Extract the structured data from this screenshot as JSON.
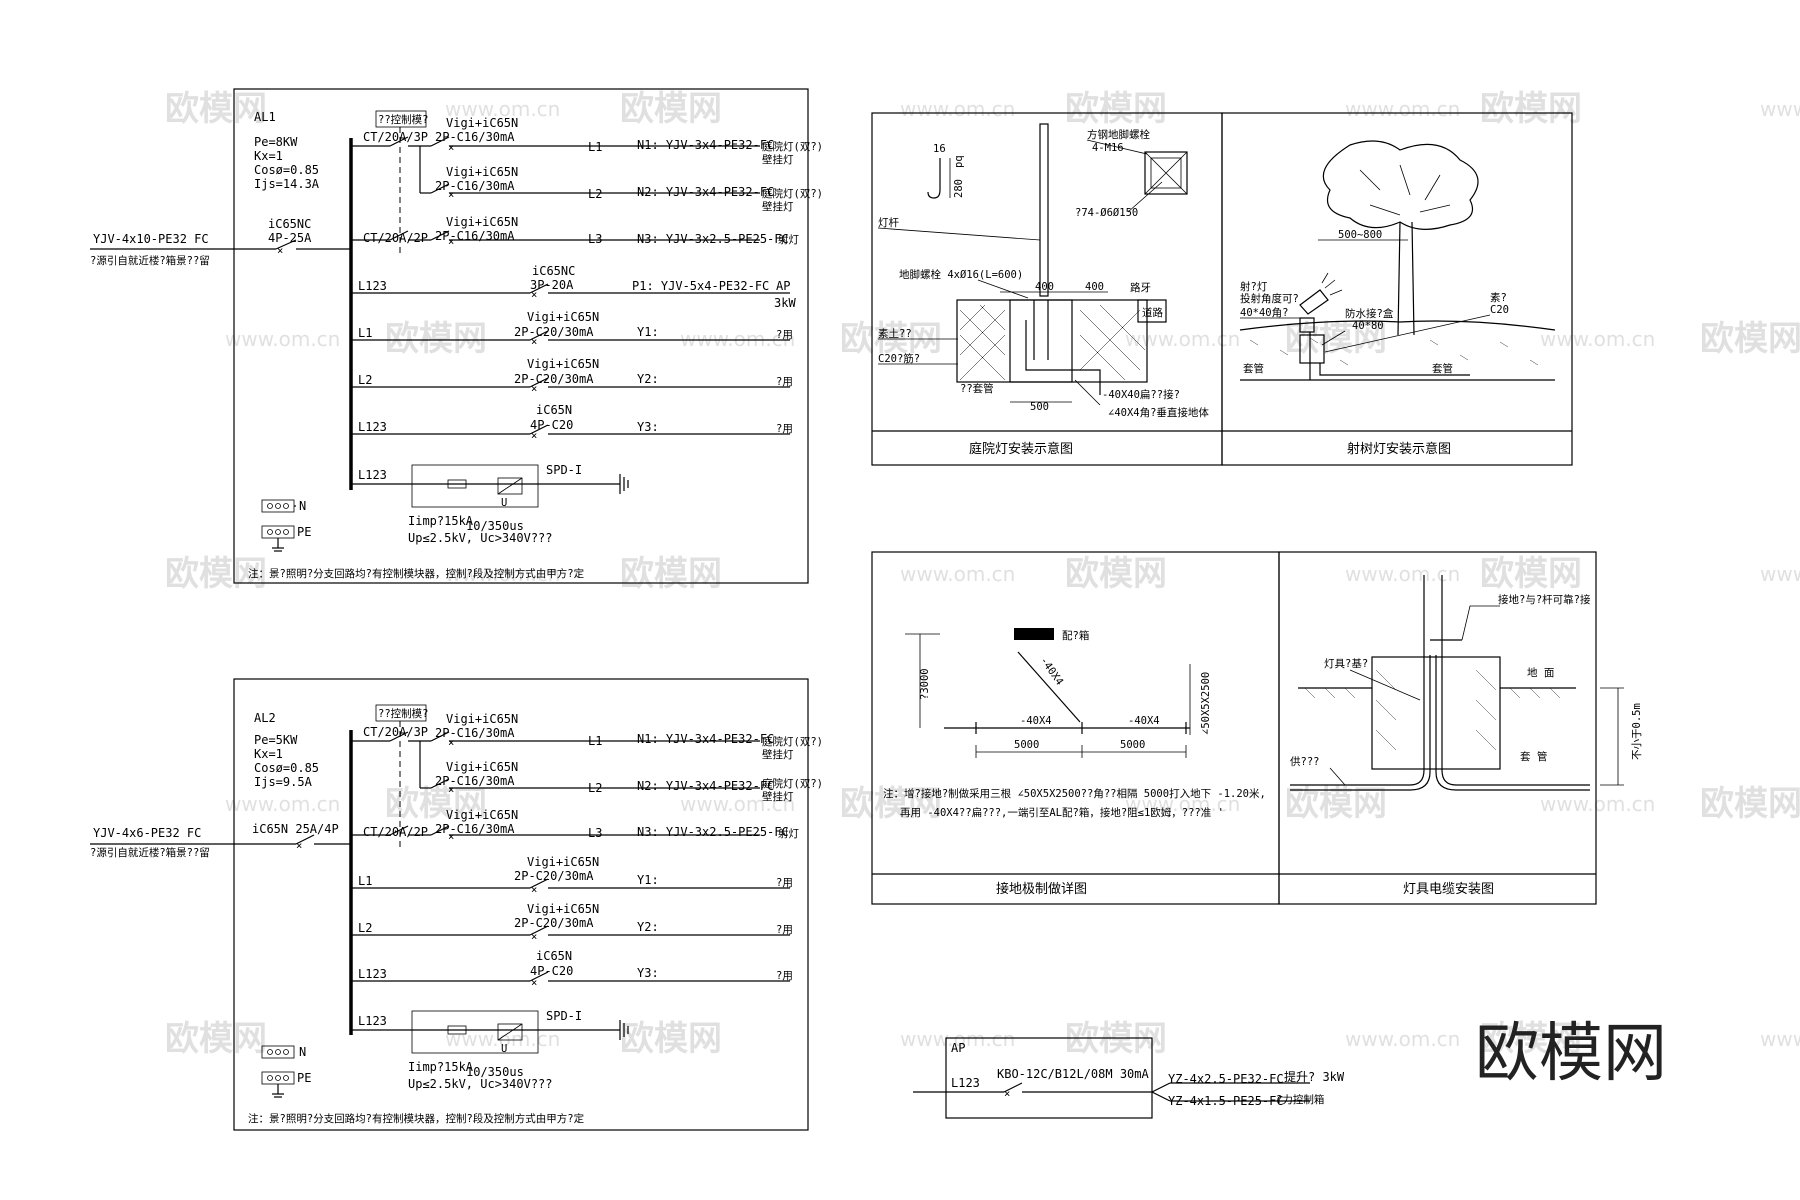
{
  "panels": [
    {
      "id": "al1",
      "name": "AL1",
      "specs": [
        "Pe=8KW",
        "Kx=1",
        "Cosø=0.85",
        "Ijs=14.3A"
      ],
      "incoming_cable": "YJV-4x10-PE32 FC",
      "incoming_note": "?源引自就近楼?箱景??留",
      "main_breaker": [
        "iC65NC",
        "4P-25A"
      ],
      "control_label": "??控制模?",
      "circuits": [
        {
          "bus": "",
          "contactor": "CT/20A/3P",
          "breaker": [
            "Vigi+iC65N",
            "2P-C16/30mA"
          ],
          "phase": "L1",
          "cable": "N1: YJV-3x4-PE32-FC",
          "load": "庭院灯(双?)",
          "load2": "壁挂灯"
        },
        {
          "bus": "",
          "contactor": "",
          "breaker": [
            "Vigi+iC65N",
            "2P-C16/30mA"
          ],
          "phase": "L2",
          "cable": "N2: YJV-3x4-PE32-FC",
          "load": "庭院灯(双?)",
          "load2": "壁挂灯"
        },
        {
          "bus": "",
          "contactor": "CT/20A/2P",
          "breaker": [
            "Vigi+iC65N",
            "2P-C16/30mA"
          ],
          "phase": "L3",
          "cable": "N3: YJV-3x2.5-PE25-FC",
          "load": "射灯",
          "load2": ""
        },
        {
          "bus": "L123",
          "contactor": "",
          "breaker": [
            "iC65NC",
            "3P-20A"
          ],
          "phase": "",
          "cable": "P1: YJV-5x4-PE32-FC",
          "load": "AP",
          "load2": "3kW"
        },
        {
          "bus": "L1",
          "contactor": "",
          "breaker": [
            "Vigi+iC65N",
            "2P-C20/30mA"
          ],
          "phase": "",
          "cable": "Y1:",
          "load": "?用",
          "load2": ""
        },
        {
          "bus": "L2",
          "contactor": "",
          "breaker": [
            "Vigi+iC65N",
            "2P-C20/30mA"
          ],
          "phase": "",
          "cable": "Y2:",
          "load": "?用",
          "load2": ""
        },
        {
          "bus": "L123",
          "contactor": "",
          "breaker": [
            "iC65N",
            "4P-C20"
          ],
          "phase": "",
          "cable": "Y3:",
          "load": "?用",
          "load2": ""
        }
      ],
      "spd_bus": "L123",
      "spd_label": "SPD-I",
      "spd_params": [
        "Iimp?15kA",
        "10/350us",
        "Up≤2.5kV, Uc>340V???"
      ],
      "n_label": "N",
      "pe_label": "PE",
      "note": "注：景?照明?分支回路均?有控制模块器，控制?段及控制方式由甲方?定"
    },
    {
      "id": "al2",
      "name": "AL2",
      "specs": [
        "Pe=5KW",
        "Kx=1",
        "Cosø=0.85",
        "Ijs=9.5A"
      ],
      "incoming_cable": "YJV-4x6-PE32 FC",
      "incoming_note": "?源引自就近楼?箱景??留",
      "main_breaker": [
        "iC65N 25A/4P",
        ""
      ],
      "control_label": "??控制模?",
      "circuits": [
        {
          "bus": "",
          "contactor": "CT/20A/3P",
          "breaker": [
            "Vigi+iC65N",
            "2P-C16/30mA"
          ],
          "phase": "L1",
          "cable": "N1: YJV-3x4-PE32-FC",
          "load": "庭院灯(双?)",
          "load2": "壁挂灯"
        },
        {
          "bus": "",
          "contactor": "",
          "breaker": [
            "Vigi+iC65N",
            "2P-C16/30mA"
          ],
          "phase": "L2",
          "cable": "N2: YJV-3x4-PE32-FC",
          "load": "庭院灯(双?)",
          "load2": "壁挂灯"
        },
        {
          "bus": "",
          "contactor": "CT/20A/2P",
          "breaker": [
            "Vigi+iC65N",
            "2P-C16/30mA"
          ],
          "phase": "L3",
          "cable": "N3: YJV-3x2.5-PE25-FC",
          "load": "射灯",
          "load2": ""
        },
        {
          "bus": "L1",
          "contactor": "",
          "breaker": [
            "Vigi+iC65N",
            "2P-C20/30mA"
          ],
          "phase": "",
          "cable": "Y1:",
          "load": "?用",
          "load2": ""
        },
        {
          "bus": "L2",
          "contactor": "",
          "breaker": [
            "Vigi+iC65N",
            "2P-C20/30mA"
          ],
          "phase": "",
          "cable": "Y2:",
          "load": "?用",
          "load2": ""
        },
        {
          "bus": "L123",
          "contactor": "",
          "breaker": [
            "iC65N",
            "4P-C20"
          ],
          "phase": "",
          "cable": "Y3:",
          "load": "?用",
          "load2": ""
        }
      ],
      "spd_bus": "L123",
      "spd_label": "SPD-I",
      "spd_params": [
        "Iimp?15kA",
        "10/350us",
        "Up≤2.5kV, Uc>340V???"
      ],
      "n_label": "N",
      "pe_label": "PE",
      "note": "注：景?照明?分支回路均?有控制模块器，控制?段及控制方式由甲方?定"
    }
  ],
  "details": {
    "garden_lamp": {
      "caption": "庭院灯安装示意图",
      "bolt_size": "16",
      "bolt_len": "280",
      "bolt_unit": "pq",
      "plate_label": "方钢地脚螺栓",
      "plate_spec": "4-M16",
      "plate_holes": "?74-Ø6Ø150",
      "pole_label": "灯杆",
      "anchor_label": "地脚螺栓 4xØ16(L=600)",
      "dim_a": "400",
      "dim_b": "400",
      "road_label": "路牙",
      "soil_label": "素土??",
      "concrete_label": "C20?筋?",
      "pipe_label": "??套管",
      "dim_base": "500",
      "flat_steel": "-40X40扁??接?",
      "angle_steel": "∠40X4角?垂直接地体",
      "curb_label": "道路"
    },
    "tree_light": {
      "caption": "射树灯安装示意图",
      "dim_span": "500~800",
      "lamp_label": "射?灯",
      "lamp_note": "投射角度可?",
      "base_size": "40*40角?",
      "box_label": "防水接?盒",
      "box_size": "40*80",
      "fill_label": "素?",
      "fill_grade": "C20",
      "pipe_left": "套管",
      "pipe_right": "套管"
    },
    "grounding": {
      "caption": "接地极制做详图",
      "box_label": "配?箱",
      "depth": "?3000",
      "diag_label": "-40X4",
      "rod_spec": "∠50X5X2500",
      "strip_a": "-40X4",
      "strip_b": "-40X4",
      "span_a": "5000",
      "span_b": "5000",
      "note_1": "注：增?接地?制做采用三根 ∠50X5X2500??角??相隔 5000打入地下 -1.20米,",
      "note_2": "再用 -40X4??扁???,一端引至AL配?箱，接地?阻≤1欧姆，???准 '"
    },
    "cable_install": {
      "caption": "灯具电缆安装图",
      "top_note": "接地?与?杆可靠?接",
      "lamp_base": "灯具?基?",
      "ground_label": "地 面",
      "depth_label": "不小于0.5m",
      "cable_label": "供???",
      "sleeve_label": "套 管"
    },
    "ap_panel": {
      "name": "AP",
      "bus": "L123",
      "breaker": "KBO-12C/B12L/08M 30mA",
      "cable_1": "YZ-4x2.5-PE32-FC",
      "load_1": "提升? 3kW",
      "cable_2": "YZ-4x1.5-PE25-FC",
      "load_2": "?力控制箱"
    }
  },
  "watermark": {
    "cn": "欧模网",
    "url": "www.om.cn",
    "brand": "欧模网"
  }
}
